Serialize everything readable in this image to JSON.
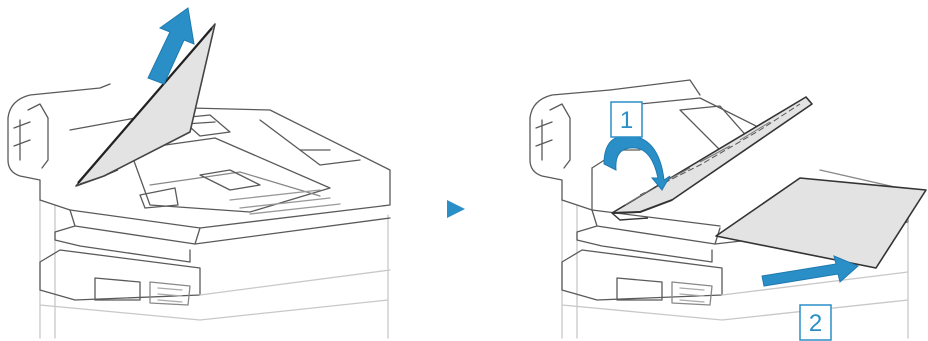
{
  "colors": {
    "line": "#5a5a5a",
    "light_line": "#c8c8c8",
    "paper": "#e3e3e3",
    "accent": "#2a8fc7",
    "background": "#ffffff"
  },
  "panels": [
    {
      "name": "remove-document-from-top",
      "arrow_icon": "arrow-up-right-icon"
    },
    {
      "name": "open-cover-and-pull-document",
      "arrow_icon": "arrow-curved-icon"
    }
  ],
  "step_arrow_icon": "triangle-right-icon",
  "callouts": [
    {
      "label": "1"
    },
    {
      "label": "2"
    }
  ]
}
